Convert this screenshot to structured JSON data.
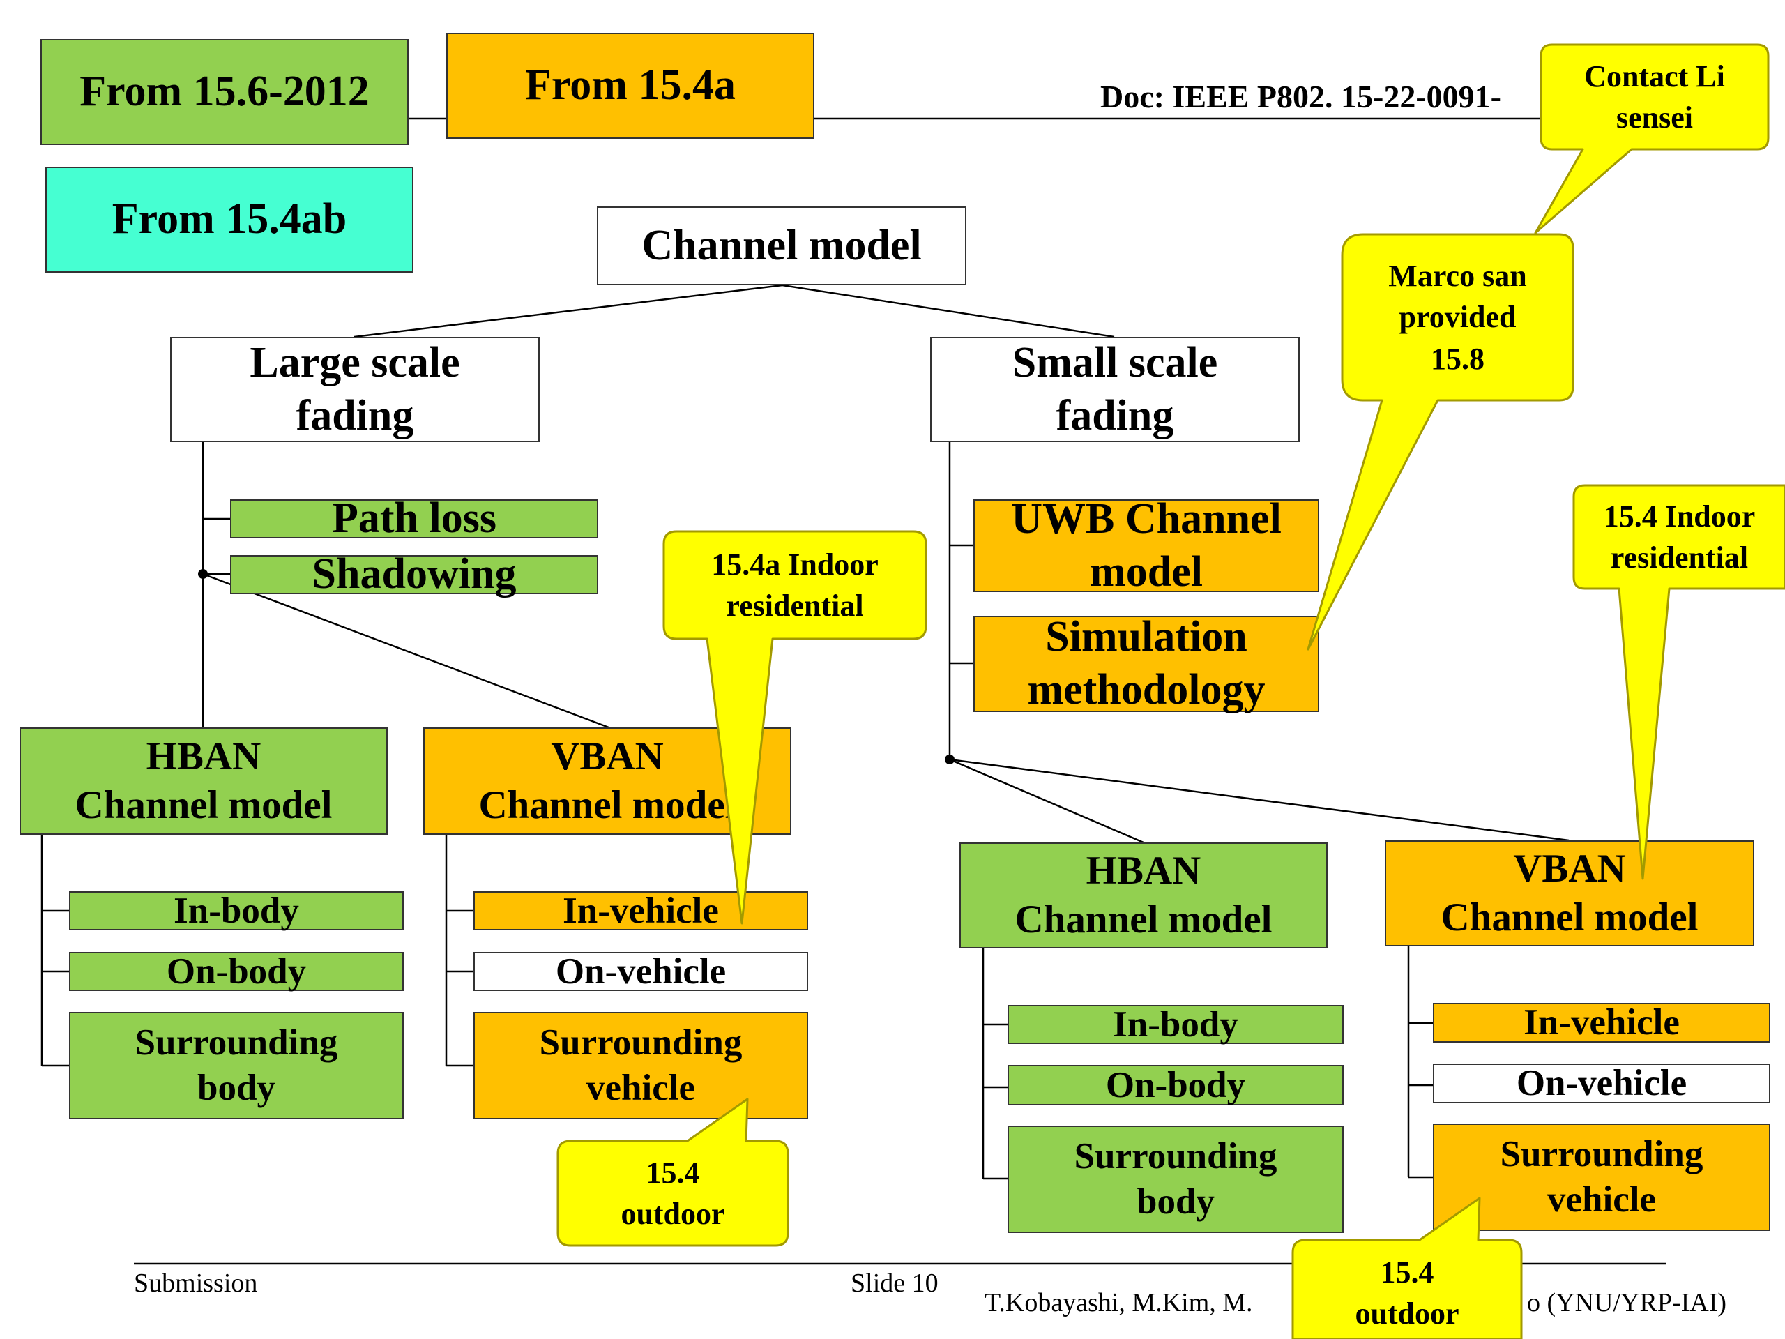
{
  "legend": {
    "from_15_6": "From 15.6-2012",
    "from_15_4a": "From 15.4a",
    "from_15_4ab": "From 15.4ab"
  },
  "doc_id": "Doc: IEEE P802. 15-22-0091-",
  "root": "Channel model",
  "large_scale": {
    "title": "Large scale\nfading",
    "path_loss": "Path loss",
    "shadowing": "Shadowing"
  },
  "small_scale": {
    "title": "Small scale\nfading",
    "uwb": "UWB Channel\nmodel",
    "simulation": "Simulation\nmethodology"
  },
  "left_hban": {
    "title": "HBAN\nChannel model",
    "items": [
      "In-body",
      "On-body",
      "Surrounding\nbody"
    ]
  },
  "left_vban": {
    "title": "VBAN\nChannel model",
    "items": [
      "In-vehicle",
      "On-vehicle",
      "Surrounding\nvehicle"
    ]
  },
  "right_hban": {
    "title": "HBAN\nChannel model",
    "items": [
      "In-body",
      "On-body",
      "Surrounding\nbody"
    ]
  },
  "right_vban": {
    "title": "VBAN\nChannel model",
    "items": [
      "In-vehicle",
      "On-vehicle",
      "Surrounding\nvehicle"
    ]
  },
  "callouts": {
    "contact_li": "Contact Li\nsensei",
    "marco": "Marco san\nprovided\n15.8",
    "indoor_15_4a": "15.4a Indoor\nresidential",
    "indoor_15_4": "15.4 Indoor\nresidential",
    "outdoor_left": "15.4\noutdoor",
    "outdoor_right": "15.4\noutdoor"
  },
  "footer": {
    "submission": "Submission",
    "slide": "Slide 10",
    "authors_left": "T.Kobayashi, M.Kim, M.",
    "authors_right": "o (YNU/YRP-IAI)"
  },
  "colors": {
    "green": "#92d050",
    "orange": "#ffc000",
    "teal": "#46ffd2",
    "callout": "#ffff00"
  }
}
